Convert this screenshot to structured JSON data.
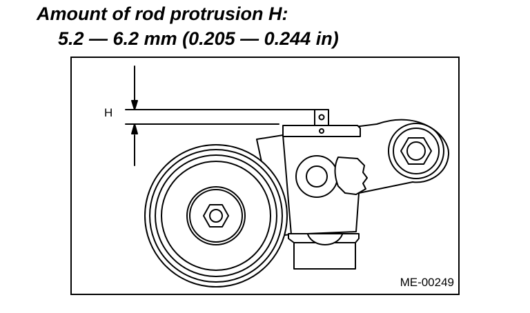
{
  "heading": {
    "title": "Amount of rod protrusion H:",
    "spec": "5.2 — 6.2 mm (0.205 — 0.244 in)"
  },
  "figure": {
    "dimension_label": "H",
    "code": "ME-00249"
  }
}
